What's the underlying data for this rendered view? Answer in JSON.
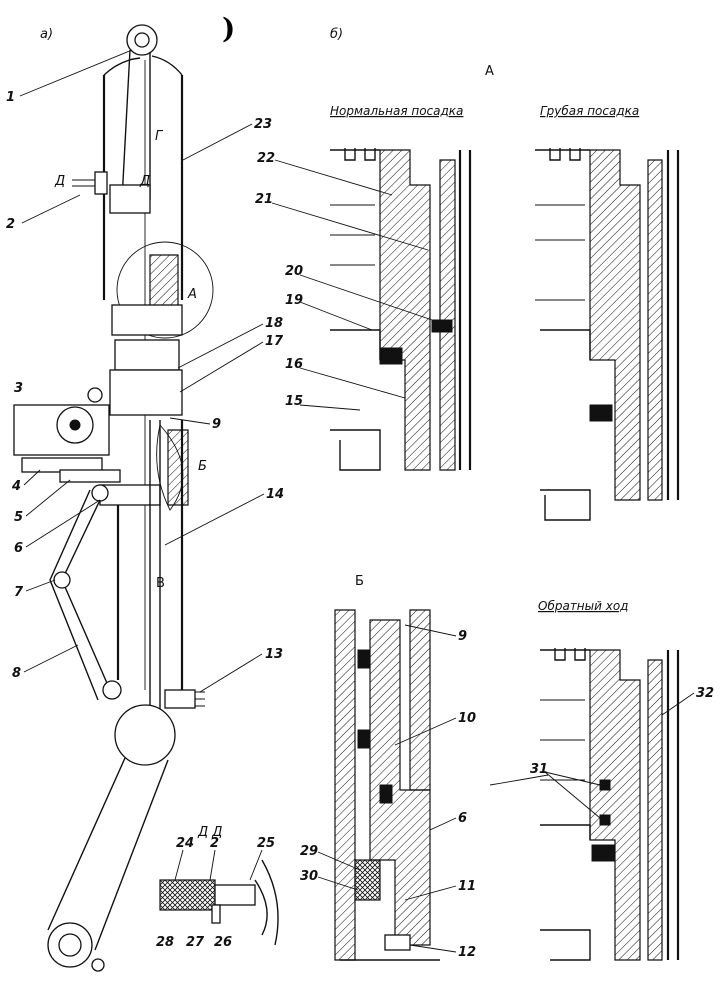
{
  "panels": {
    "a_label": "а)",
    "b_label": "б)",
    "bracket": ")"
  },
  "view_labels": {
    "A": "А",
    "B": "Б",
    "V": "В",
    "G": "Г",
    "D_left": "Д",
    "D_right": "Д",
    "section_DD": "Д  Д",
    "arrow_A": "А",
    "arrow_B": "Б"
  },
  "captions": {
    "normal": "Нормальная посадка",
    "rough": "Грубая посадка",
    "reverse": "Обратный  ход"
  },
  "callouts": [
    "1",
    "2",
    "3",
    "4",
    "5",
    "6",
    "7",
    "8",
    "9",
    "10",
    "11",
    "12",
    "13",
    "14",
    "15",
    "16",
    "17",
    "18",
    "19",
    "20",
    "21",
    "22",
    "23",
    "24",
    "25",
    "26",
    "27",
    "28",
    "29",
    "30",
    "31",
    "32"
  ]
}
